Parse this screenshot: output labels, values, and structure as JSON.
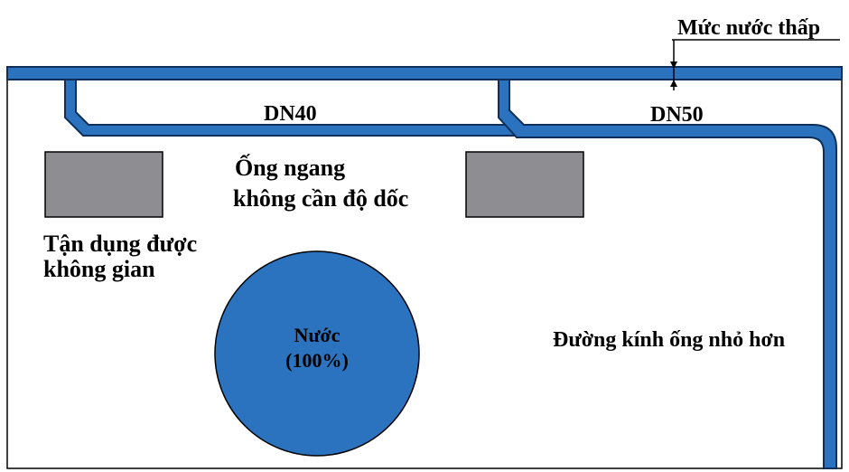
{
  "labels": {
    "low_water_level": "Mức nước thấp",
    "dn40": "DN40",
    "dn50": "DN50",
    "horizontal_pipe_line1": "Ống ngang",
    "horizontal_pipe_line2": "không cần độ dốc",
    "space_line1": "Tận dụng được",
    "space_line2": "không gian",
    "water_line1": "Nước",
    "water_line2": "(100%)",
    "smaller_diameter": "Đường kính ống nhỏ hơn"
  },
  "colors": {
    "pipe_fill": "#2b73bf",
    "pipe_outline": "#0f2f5a",
    "beam_fill": "#8e8e92",
    "water_fill": "#2b73bf",
    "line": "#000000"
  }
}
